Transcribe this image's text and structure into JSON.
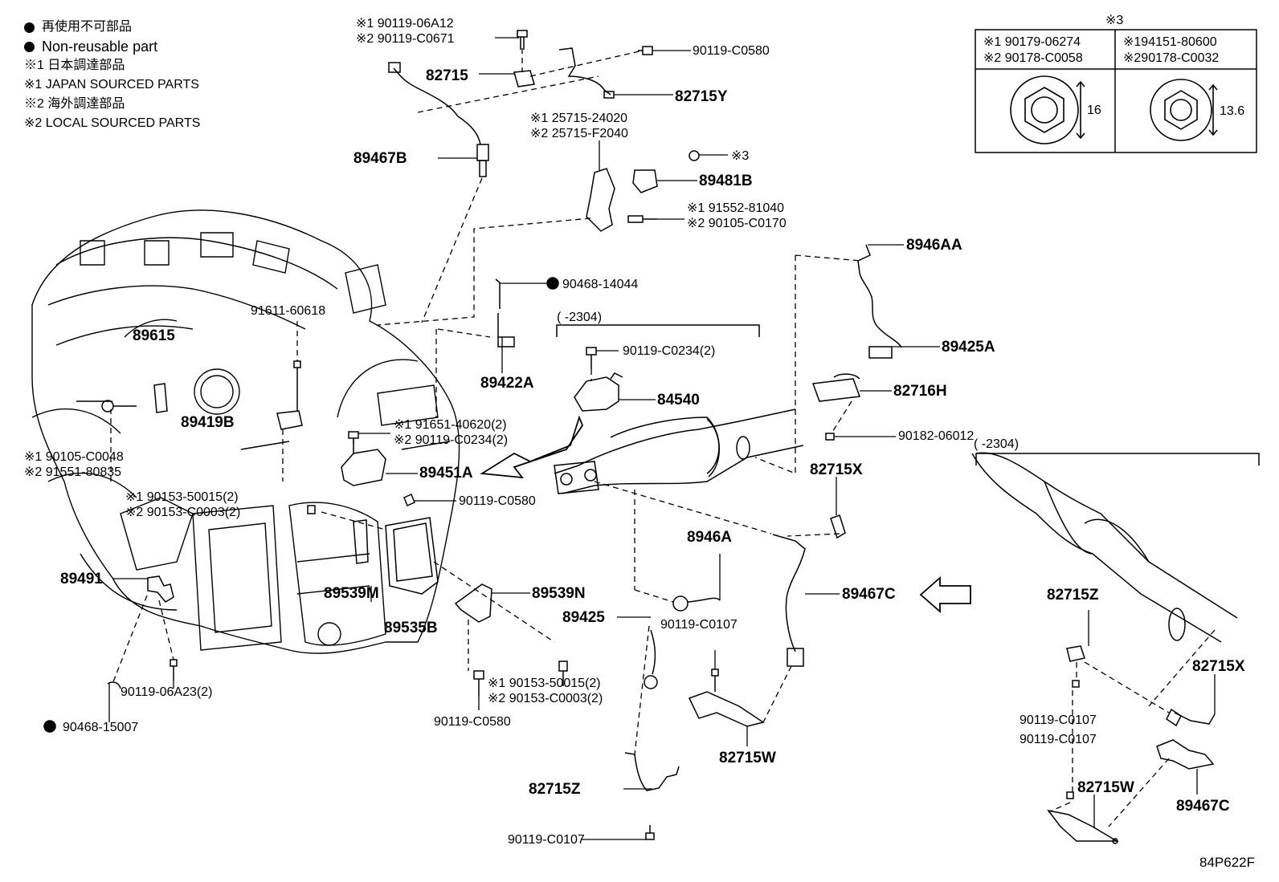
{
  "legend": {
    "non_reusable_jp": "再使用不可部品",
    "non_reusable_en": "Non-reusable part",
    "japan_sourced_jp": "※1 日本調達部品",
    "japan_sourced_en": "※1 JAPAN SOURCED PARTS",
    "local_sourced_jp": "※2 海外調達部品",
    "local_sourced_en": "※2 LOCAL SOURCED PARTS"
  },
  "note3": {
    "title": "※3",
    "left_line1": "※1 90179-06274",
    "left_line2": "※2 90178-C0058",
    "left_dim": "16",
    "right_line1": "※194151-80600",
    "right_line2": "※290178-C0032",
    "right_dim": "13.6"
  },
  "range_labels": {
    "upper": "(     -2304)",
    "lower": "(     -2304)"
  },
  "parts": {
    "p_90119_06A12": "※1 90119-06A12",
    "p_90119_C0671": "※2 90119-C0671",
    "p_82715": "82715",
    "p_90119_C0580_top": "90119-C0580",
    "p_82715Y": "82715Y",
    "p_25715_24020": "※1 25715-24020",
    "p_25715_F2040": "※2 25715-F2040",
    "p_89467B": "89467B",
    "p_note3_ref": "※3",
    "p_89481B": "89481B",
    "p_91552_81040": "※1 91552-81040",
    "p_90105_C0170": "※2 90105-C0170",
    "p_8946AA": "8946AA",
    "p_90468_14044": "90468-14044",
    "p_91611_60618": "91611-60618",
    "p_89615": "89615",
    "p_89425A": "89425A",
    "p_90119_C0234_2a": "90119-C0234(2)",
    "p_89422A": "89422A",
    "p_82716H": "82716H",
    "p_84540": "84540",
    "p_89419B": "89419B",
    "p_91651_40620": "※1 91651-40620(2)",
    "p_90119_C0234_2b": "※2 90119-C0234(2)",
    "p_90182_06012": "90182-06012",
    "p_90105_C0048": "※1 90105-C0048",
    "p_91551_80835": "※2 91551-80835",
    "p_89451A": "89451A",
    "p_82715X_mid": "82715X",
    "p_90153_50015_a": "※1 90153-50015(2)",
    "p_90119_C0580_mid": "90119-C0580",
    "p_90153_C0003_a": "※2 90153-C0003(2)",
    "p_8946A": "8946A",
    "p_89491": "89491",
    "p_89539M": "89539M",
    "p_89539N": "89539N",
    "p_89467C_mid": "89467C",
    "p_82715Z_right": "82715Z",
    "p_89425": "89425",
    "p_89535B": "89535B",
    "p_90119_C0107_mid": "90119-C0107",
    "p_82715X_right": "82715X",
    "p_90153_50015_b": "※1 90153-50015(2)",
    "p_90119_06A23": "90119-06A23(2)",
    "p_90153_C0003_b": "※2 90153-C0003(2)",
    "p_90119_C0107_r1": "90119-C0107",
    "p_90119_C0580_low": "90119-C0580",
    "p_90468_15007": "90468-15007",
    "p_82715W_mid": "82715W",
    "p_90119_C0107_r2": "90119-C0107",
    "p_82715Z_low": "82715Z",
    "p_82715W_right": "82715W",
    "p_89467C_right": "89467C",
    "p_90119_C0107_low": "90119-C0107"
  },
  "drawing_ref": "84P622F"
}
